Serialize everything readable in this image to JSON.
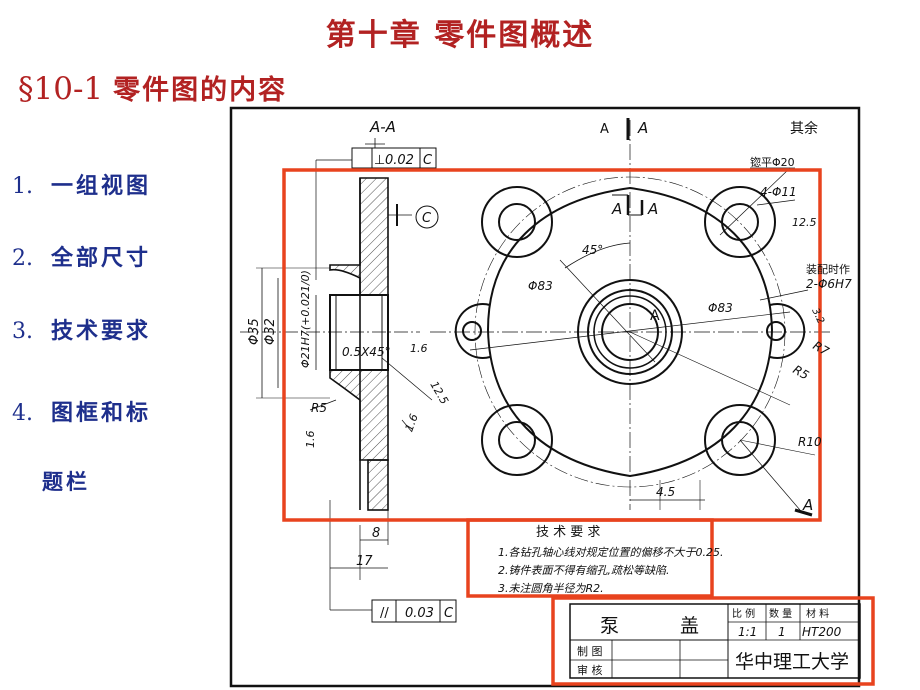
{
  "slide": {
    "title": "第十章 零件图概述",
    "section_number": "§10-1",
    "section_title": "零件图的内容",
    "items": [
      {
        "num": "1.",
        "text": "一组视图"
      },
      {
        "num": "2.",
        "text": "全部尺寸"
      },
      {
        "num": "3.",
        "text": "技术要求"
      },
      {
        "num": "4.",
        "text": "图框和标"
      }
    ],
    "item_continuation": "题栏"
  },
  "drawing": {
    "section_label": "A-A",
    "view_marks": {
      "a1": "A",
      "a2": "A",
      "a3": "A",
      "a4": "A",
      "a5": "A"
    },
    "roughness_note": "其余",
    "c_label": "C",
    "tol_perp": {
      "symbol": "⊥",
      "value": "0.02",
      "datum": "C"
    },
    "tol_par": {
      "symbol": "//",
      "value": "0.03",
      "datum": "C"
    },
    "dims": {
      "phi35": "Φ35",
      "phi32": "Φ32",
      "phi21": "Φ21H7(+0.021/0)",
      "chamfer": "0.5X45°",
      "r5_left": "R5",
      "r1_6a": "1.6",
      "r1_6b": "1.6",
      "r1_6c": "1.6",
      "r12_5": "12.5",
      "d8": "8",
      "d17": "17",
      "spotface": "锪平Φ20",
      "holes": "4-Φ11",
      "holes_ra": "12.5",
      "assembly_note": "装配时作",
      "pin_holes": "2-Φ6H7",
      "angle45": "45°",
      "phi83a": "Φ83",
      "phi83b": "Φ83",
      "ra32": "3.2",
      "r7": "R7",
      "r5_right": "R5",
      "r10": "R10",
      "d4_5": "4.5"
    },
    "tech_req": {
      "heading": "技 术 要 求",
      "lines": [
        "1.各钻孔轴心线对规定位置的偏移不大于0.25.",
        "2.铸件表面不得有缩孔,疏松等缺陷.",
        "3.未注圆角半径为R2."
      ]
    },
    "title_block": {
      "part_name_1": "泵",
      "part_name_2": "盖",
      "header_scale": "比 例",
      "header_qty": "数 量",
      "header_material": "材 料",
      "scale": "1:1",
      "qty": "1",
      "material": "HT200",
      "drawn_by": "制 图",
      "checked_by": "审 核",
      "school": "华中理工大学"
    }
  },
  "colors": {
    "title": "#b22222",
    "items": "#1e2f8c",
    "highlight": "#e8431e",
    "line": "#111111"
  }
}
